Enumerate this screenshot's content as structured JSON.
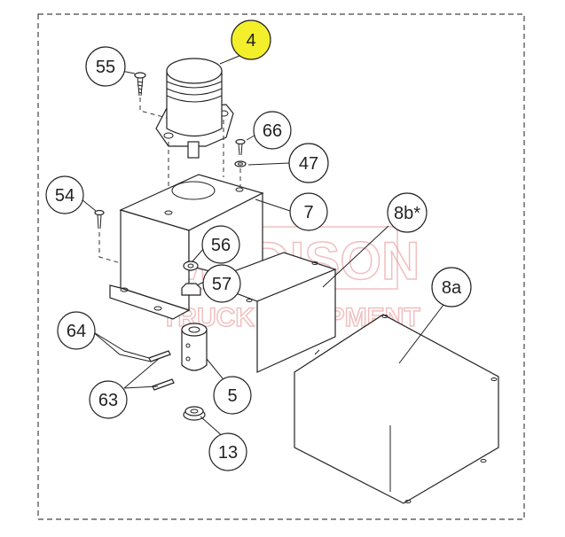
{
  "diagram": {
    "watermark": {
      "line1": "MADISON",
      "line2": "TRUCK EQUIPMENT"
    },
    "colors": {
      "highlight": "#f3ef2a",
      "watermark": "#e88a8a",
      "outline": "#222222"
    },
    "callouts": [
      {
        "id": "c4",
        "label": "4",
        "highlighted": true
      },
      {
        "id": "c55",
        "label": "55"
      },
      {
        "id": "c66",
        "label": "66"
      },
      {
        "id": "c47",
        "label": "47"
      },
      {
        "id": "c54",
        "label": "54"
      },
      {
        "id": "c7",
        "label": "7"
      },
      {
        "id": "c8b",
        "label": "8b*"
      },
      {
        "id": "c56",
        "label": "56"
      },
      {
        "id": "c57",
        "label": "57"
      },
      {
        "id": "c8a",
        "label": "8a"
      },
      {
        "id": "c64",
        "label": "64"
      },
      {
        "id": "c63",
        "label": "63"
      },
      {
        "id": "c5",
        "label": "5"
      },
      {
        "id": "c13",
        "label": "13"
      }
    ]
  }
}
